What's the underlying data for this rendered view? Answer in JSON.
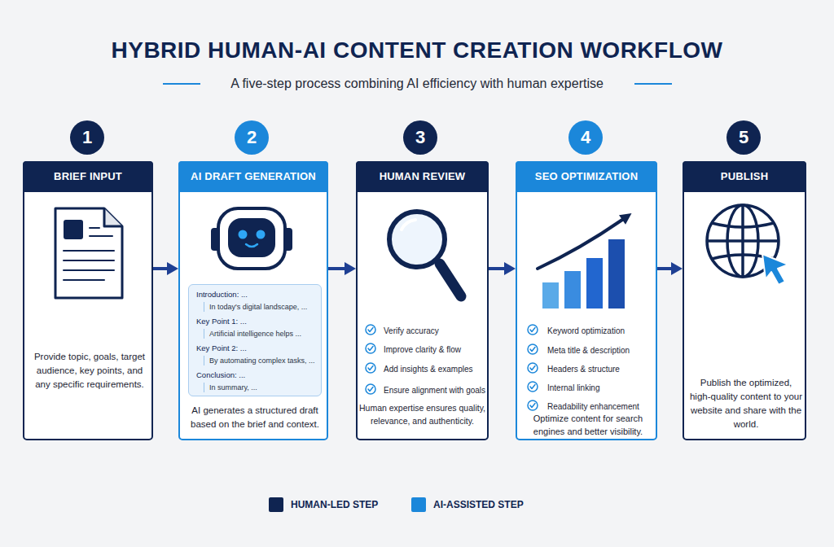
{
  "diagram": {
    "title": "HYBRID HUMAN-AI CONTENT CREATION WORKFLOW",
    "nodes": [
      {
        "text": [
          "1"
        ]
      },
      {
        "text": [
          "BRIEF INPUT",
          "Provide topic, goals, target audience, key points, and any specific requirements."
        ]
      },
      {
        "text": [
          "2"
        ]
      },
      {
        "text": [
          "AI DRAFT GENERATION",
          "AI generates a structured draft based on the brief and context."
        ]
      },
      {
        "text": [
          "Introduction: ...",
          "In today's digital landscape, ...",
          "Key Point 1: ...",
          "Artificial intelligence helps ...",
          "Key Point 2: ...",
          "By automating complex tasks, ...",
          "Conclusion: ...",
          "In summary, ..."
        ],
        "in": 3
      },
      {
        "text": [
          "3"
        ]
      },
      {
        "text": [
          "HUMAN REVIEW",
          "Verify accuracy",
          "Improve clarity & flow",
          "Add insights & examples",
          "Ensure alignment with goals",
          "Human expertise ensures quality, relevance, and authenticity."
        ]
      },
      {
        "text": [
          "4"
        ]
      },
      {
        "text": [
          "SEO OPTIMIZATION",
          "Keyword optimization",
          "Meta title & description",
          "Headers & structure",
          "Internal linking",
          "Readability enhancement",
          "Optimize content for search engines and better visibility."
        ]
      },
      {
        "text": [
          "5"
        ]
      },
      {
        "text": [
          "PUBLISH",
          "Publish the optimized, high-quality content to your website and share with the world."
        ]
      }
    ],
    "edges": [
      {
        "from": 1,
        "to": 3,
        "arrow": "to"
      },
      {
        "from": 3,
        "to": 6,
        "arrow": "to"
      },
      {
        "from": 6,
        "to": 8,
        "arrow": "to"
      },
      {
        "from": 8,
        "to": 10,
        "arrow": "to"
      }
    ],
    "labels": [
      "A five-step process combining AI efficiency with human expertise"
    ],
    "legend": [
      {
        "text": "HUMAN-LED STEP",
        "color": "#0f2451"
      },
      {
        "text": "AI-ASSISTED STEP",
        "color": "#1b87da"
      }
    ]
  }
}
